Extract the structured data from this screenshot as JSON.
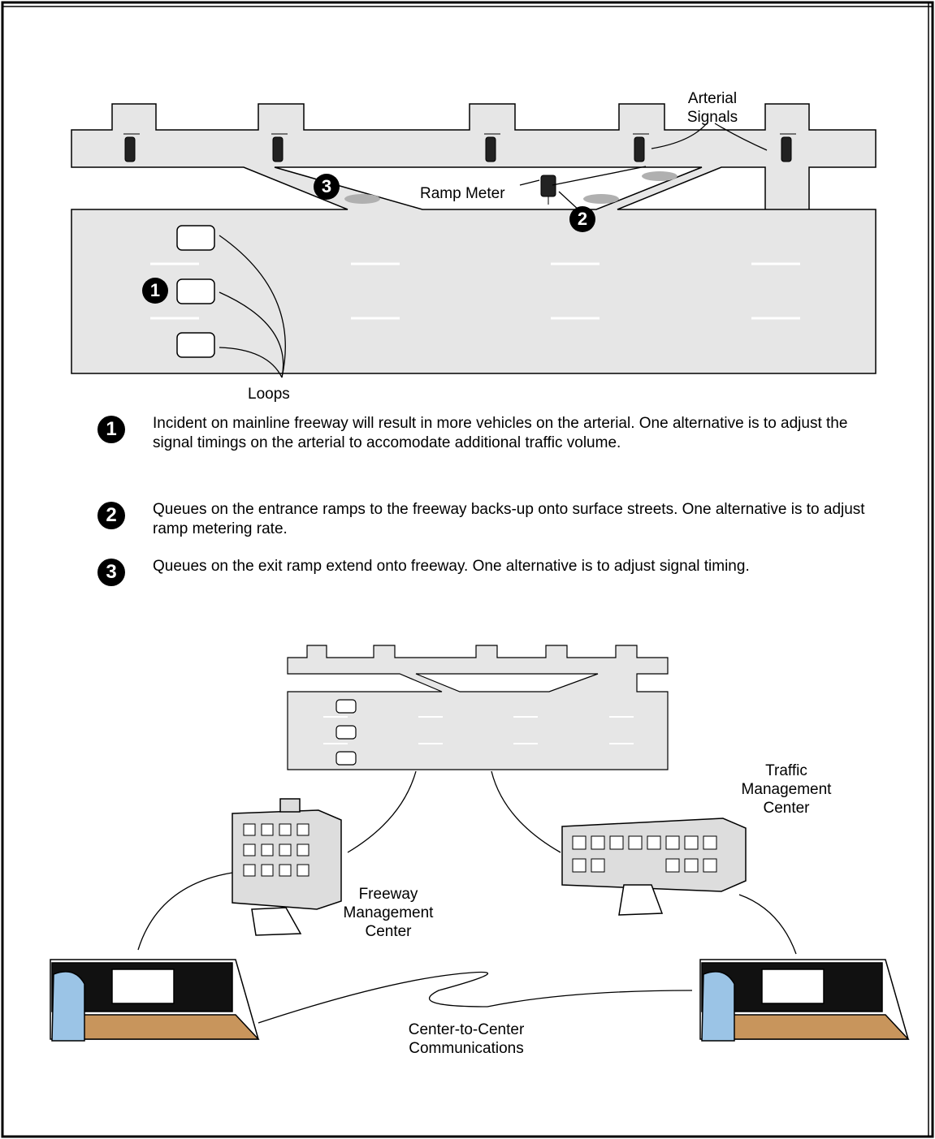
{
  "labels": {
    "arterial_signals": "Arterial\nSignals",
    "ramp_meter": "Ramp Meter",
    "loops": "Loops",
    "traffic_center": "Traffic\nManagement\nCenter",
    "freeway_center": "Freeway\nManagement\nCenter",
    "c2c": "Center-to-Center\nCommunications"
  },
  "badges": {
    "b1": "1",
    "b2": "2",
    "b3": "3"
  },
  "notes": [
    {
      "num": "1",
      "text": "Incident on mainline freeway will result in more vehicles on the arterial. One alternative is to adjust the signal timings on the arterial to accomodate additional traffic volume."
    },
    {
      "num": "2",
      "text": "Queues on the entrance ramps to the freeway backs-up onto surface streets. One alternative is to adjust ramp metering rate."
    },
    {
      "num": "3",
      "text": "Queues on the exit ramp extend onto freeway. One alternative is to adjust signal timing."
    }
  ],
  "colors": {
    "road": "#e6e6e6",
    "queue": "#b0b0b0",
    "desk": "#c8955c",
    "frame": "#000000"
  }
}
